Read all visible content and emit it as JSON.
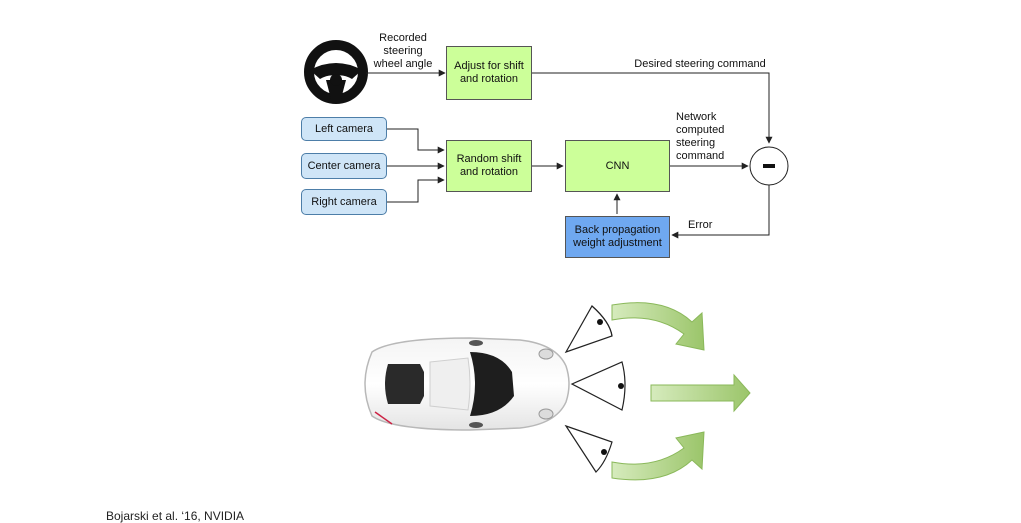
{
  "diagram": {
    "steering_label": "Recorded\nsteering\nwheel angle",
    "adjust_box": "Adjust for shift\nand rotation",
    "desired_label": "Desired steering command",
    "cameras": [
      "Left camera",
      "Center camera",
      "Right camera"
    ],
    "random_box": "Random shift\nand rotation",
    "cnn_box": "CNN",
    "network_label": "Network\ncomputed\nsteering\ncommand",
    "minus_symbol": "–",
    "backprop_box": "Back propagation\nweight adjustment",
    "error_label": "Error",
    "colors": {
      "green": "#ccff99",
      "blue": "#6fa8f0",
      "camera": "#cfe5f7",
      "arrow_green": "#a9cf7a"
    }
  },
  "citation": "Bojarski et al. ‘16, NVIDIA"
}
